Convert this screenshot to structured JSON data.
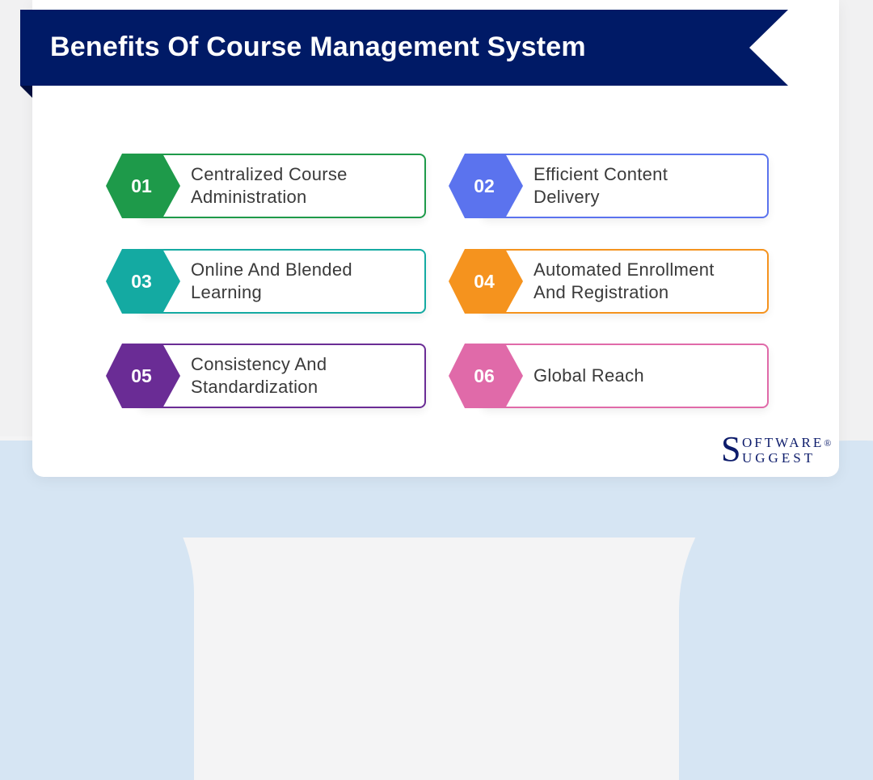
{
  "title": "Benefits Of Course Management System",
  "colors": {
    "banner": "#001a66",
    "background_blue": "#d6e5f3"
  },
  "benefits": [
    {
      "number": "01",
      "label": "Centralized Course Administration",
      "line1": "Centralized Course",
      "line2": "Administration",
      "color": "#1e9a4a"
    },
    {
      "number": "02",
      "label": "Efficient Content Delivery",
      "line1": "Efficient Content",
      "line2": "Delivery",
      "color": "#5b73ee"
    },
    {
      "number": "03",
      "label": "Online And Blended Learning",
      "line1": "Online And Blended",
      "line2": "Learning",
      "color": "#14aaa2"
    },
    {
      "number": "04",
      "label": "Automated Enrollment And Registration",
      "line1": "Automated Enrollment",
      "line2": "And Registration",
      "color": "#f5931e"
    },
    {
      "number": "05",
      "label": "Consistency And Standardization",
      "line1": "Consistency And",
      "line2": "Standardization",
      "color": "#6a2c95"
    },
    {
      "number": "06",
      "label": "Global Reach",
      "line1": "Global Reach",
      "line2": "",
      "color": "#e06aa9"
    }
  ],
  "logo": {
    "initial": "S",
    "top": "OFTWARE",
    "bottom": "UGGEST",
    "mark": "®"
  }
}
